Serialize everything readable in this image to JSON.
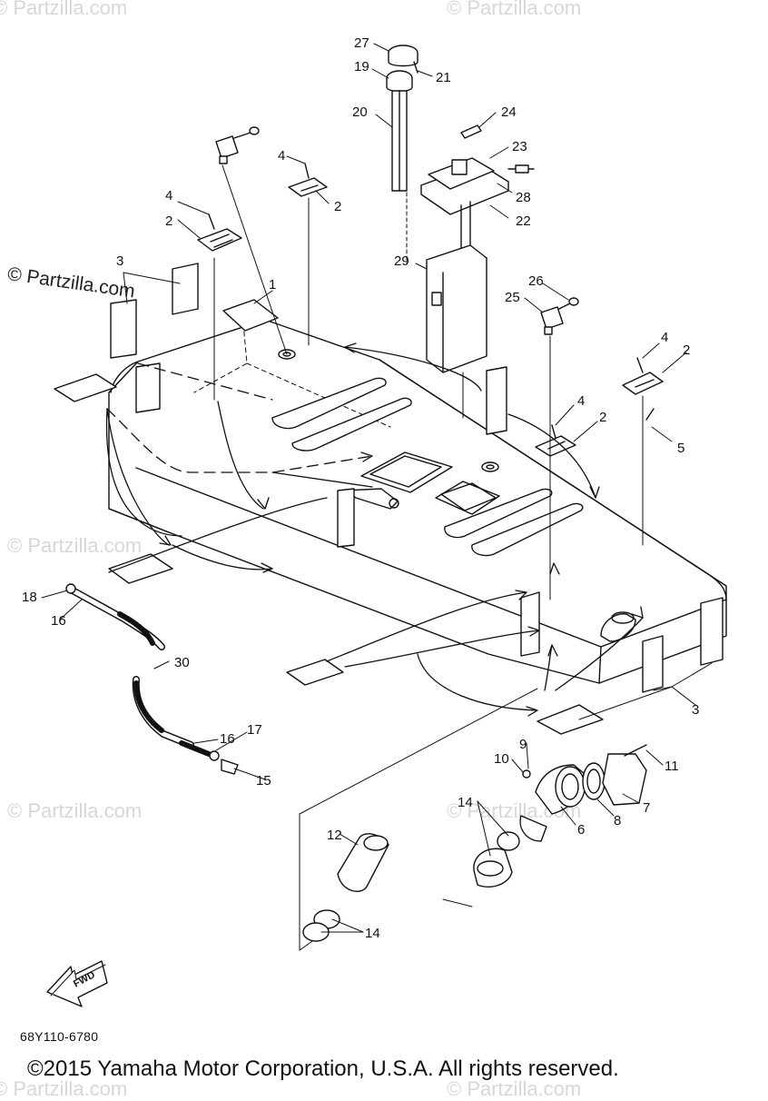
{
  "watermark": {
    "text": "© Partzilla.com",
    "dark_text": "© Partzilla.com"
  },
  "callouts": {
    "c1": "1",
    "c2a": "2",
    "c2b": "2",
    "c2c": "2",
    "c2d": "2",
    "c3a": "3",
    "c3b": "3",
    "c4a": "4",
    "c4b": "4",
    "c4c": "4",
    "c4d": "4",
    "c5": "5",
    "c6": "6",
    "c7": "7",
    "c8": "8",
    "c9": "9",
    "c10": "10",
    "c11": "11",
    "c12": "12",
    "c14a": "14",
    "c14b": "14",
    "c15": "15",
    "c16a": "16",
    "c16b": "16",
    "c17": "17",
    "c18": "18",
    "c19": "19",
    "c20": "20",
    "c21": "21",
    "c22": "22",
    "c23": "23",
    "c24": "24",
    "c25": "25",
    "c26": "26",
    "c27": "27",
    "c28": "28",
    "c29": "29",
    "c30": "30"
  },
  "fwd_label": "FWD",
  "part_code": "68Y110-6780",
  "copyright": "©2015 Yamaha Motor Corporation, U.S.A. All rights reserved."
}
